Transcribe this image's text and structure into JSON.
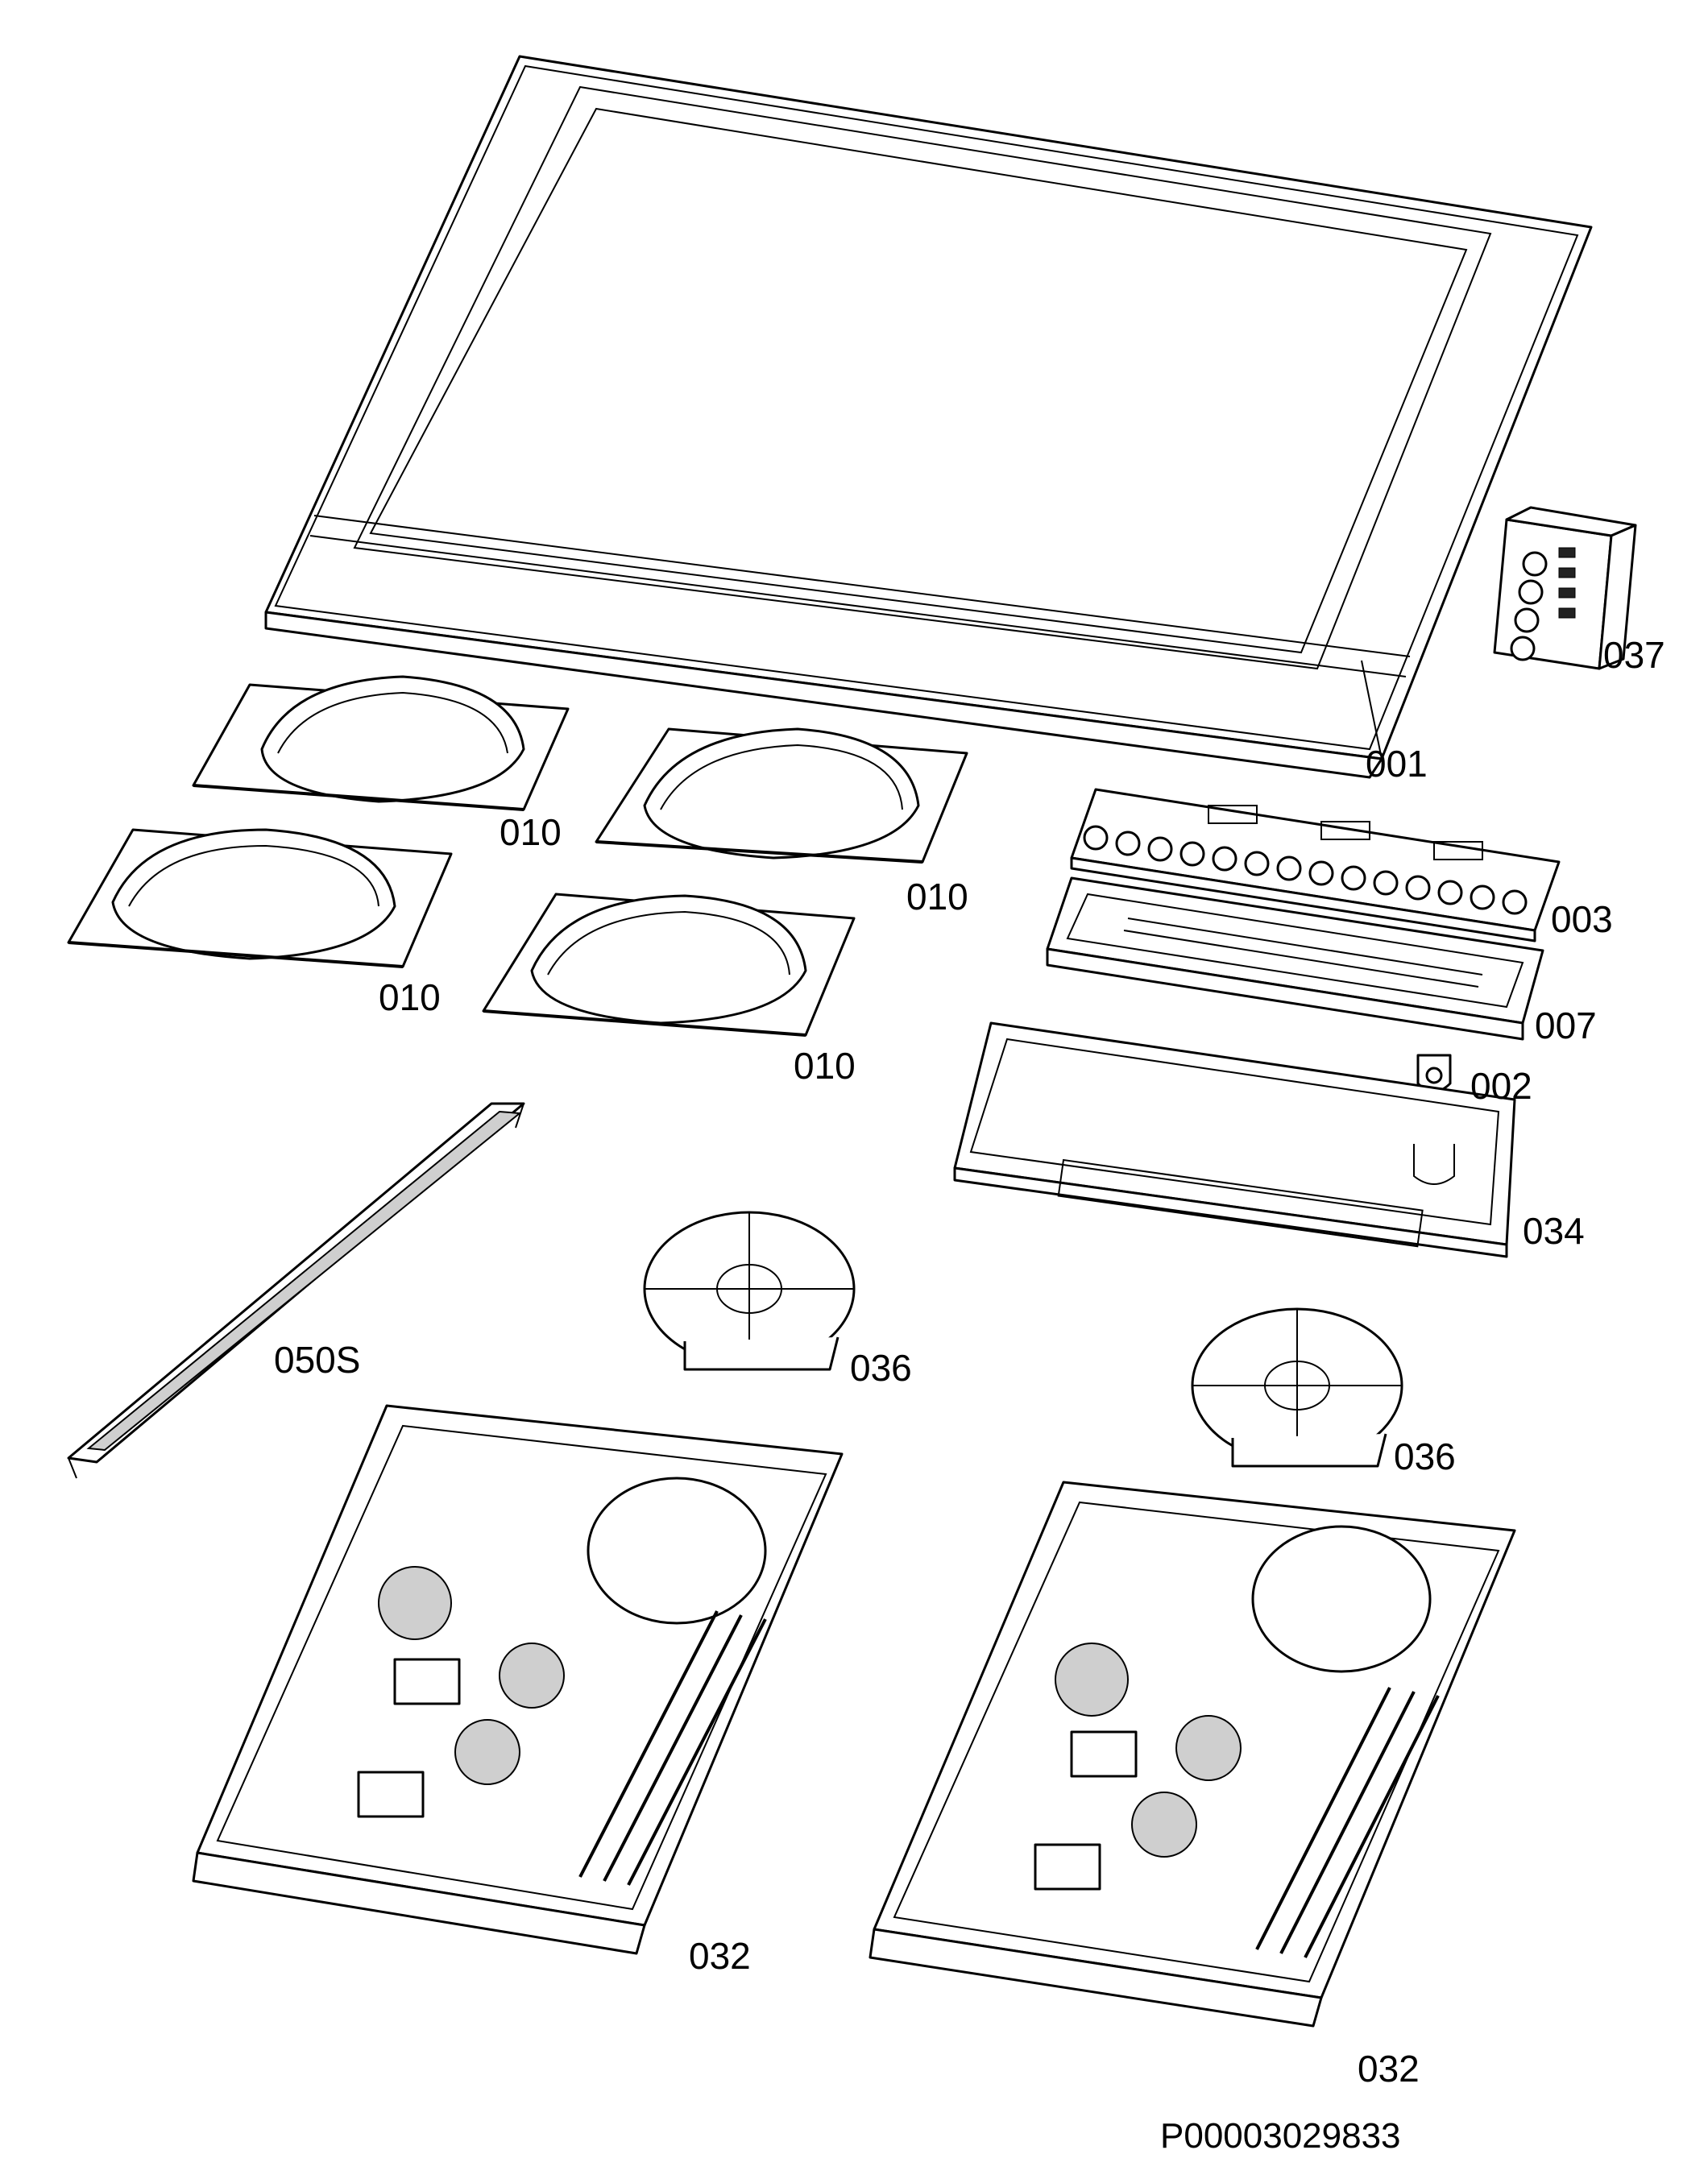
{
  "labels": {
    "p001": "001",
    "p037": "037",
    "p010_a": "010",
    "p010_b": "010",
    "p010_c": "010",
    "p010_d": "010",
    "p003": "003",
    "p007": "007",
    "p002": "002",
    "p034": "034",
    "p050S": "050S",
    "p036_a": "036",
    "p036_b": "036",
    "p032_a": "032",
    "p032_b": "032"
  },
  "document_id": "P00003029833"
}
